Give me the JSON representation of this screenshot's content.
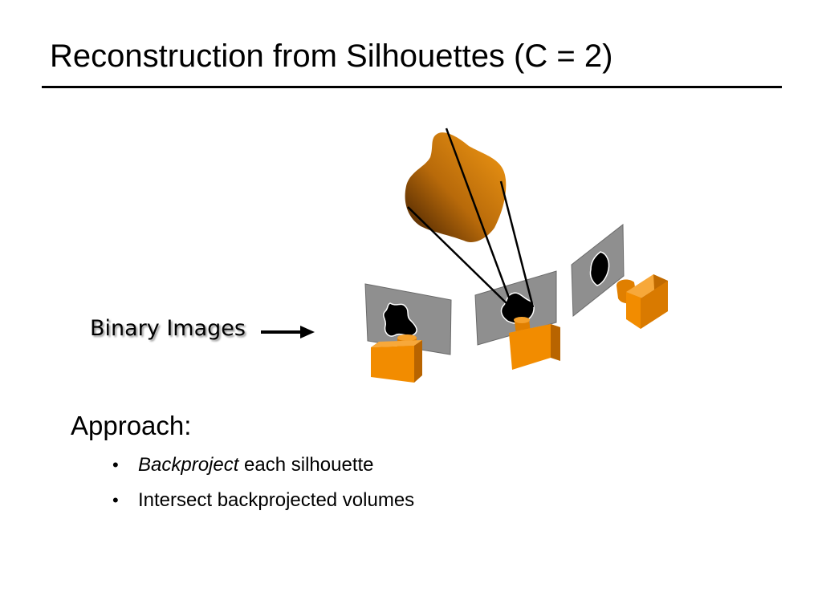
{
  "slide": {
    "title": "Reconstruction from Silhouettes (C = 2)"
  },
  "diagram": {
    "label": "Binary Images",
    "colors": {
      "camera": "#f28c00",
      "camera_dark": "#c86e00",
      "object": "#e88a0c",
      "image_plane": "#8f8f8f",
      "silhouette": "#000000"
    }
  },
  "content": {
    "heading": "Approach:",
    "bullets": [
      {
        "mark": "•",
        "em": "Backproject",
        "rest": " each silhouette"
      },
      {
        "mark": "•",
        "em": "",
        "rest": "Intersect backprojected volumes"
      }
    ]
  }
}
